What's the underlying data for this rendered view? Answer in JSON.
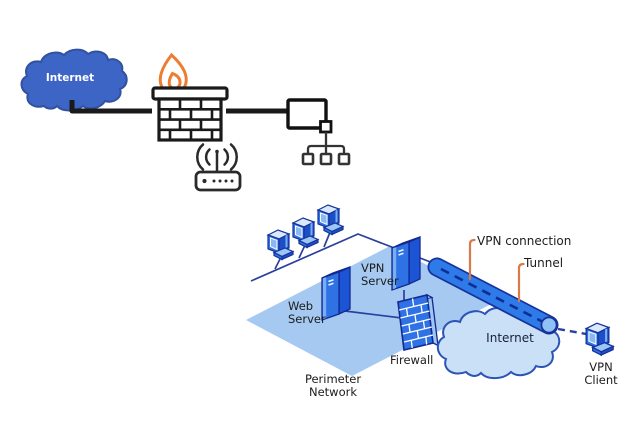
{
  "top_diagram": {
    "cloud_label": "Internet",
    "icons": [
      "internet-cloud-icon",
      "flame-icon",
      "firewall-wall-icon",
      "switch-icon",
      "subnet-nodes-icon",
      "wireless-router-icon"
    ]
  },
  "bottom_diagram": {
    "labels": {
      "vpn_server": "VPN Server",
      "web_server": "Web Server",
      "firewall": "Firewall",
      "perimeter_network": "Perimeter Network",
      "internet": "Internet",
      "vpn_client": "VPN Client",
      "vpn_connection": "VPN connection",
      "tunnel": "Tunnel"
    },
    "icons": [
      "workstation-icon",
      "vpn-server-icon",
      "web-server-icon",
      "firewall-panel-icon",
      "internet-cloud-icon",
      "vpn-tunnel-icon",
      "vpn-client-icon",
      "perimeter-plane"
    ]
  },
  "colors": {
    "top_cloud_blue": "#3d65c6",
    "flame_orange": "#ed7d31",
    "line_black": "#1a1a1a",
    "plane_light_blue": "#a5c9f1",
    "device_blue": "#2e72e6",
    "device_dark_blue": "#1b4fc8",
    "device_top_light": "#b9d6f6",
    "outline_navy": "#14298f",
    "wire_navy": "#2b3f9e",
    "tunnel_blue": "#2e7ae8",
    "tunnel_dash_navy": "#0d2d91",
    "cloud_light_blue": "#c9e0f7",
    "cloud_outline": "#2d53b4",
    "callout_orange": "#d97a4a",
    "label_dark": "#1c1c1c"
  }
}
